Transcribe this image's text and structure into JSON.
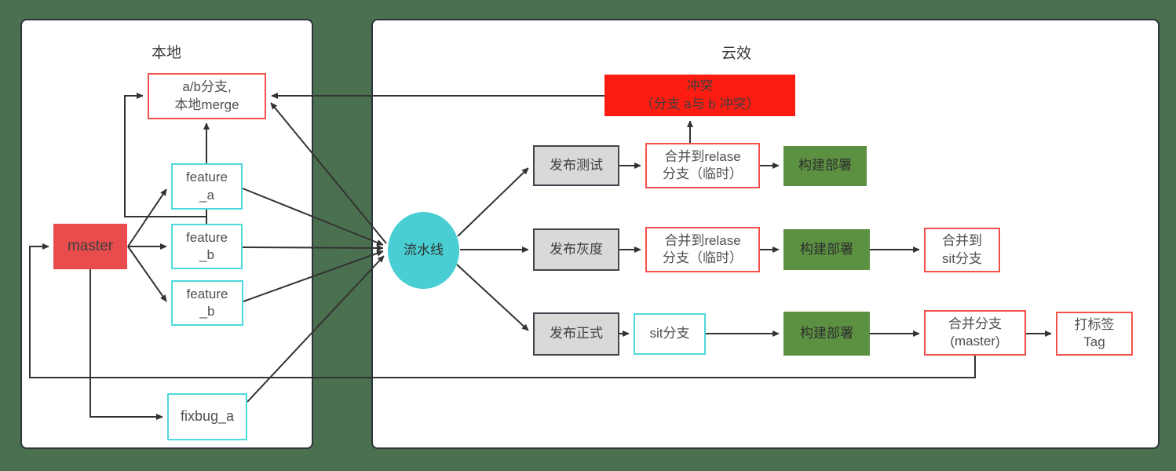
{
  "colors": {
    "background_green": "#4a7050",
    "panel_border": "#2d333b",
    "line_color": "#333333",
    "red_fill": "#e84c4c",
    "conflict_red": "#fc1c11",
    "cyan_border": "#4ed8dc",
    "red_border": "#f4504b",
    "teal_circle": "#49ced3",
    "green_fill": "#5d9142",
    "gray_fill": "#d9d9d9"
  },
  "panels": {
    "local": {
      "title": "本地"
    },
    "cloud": {
      "title": "云效"
    }
  },
  "nodes": {
    "ab_branch": {
      "label": "a/b分支,\n本地merge"
    },
    "feature_a": {
      "label": "feature\n_a"
    },
    "feature_b1": {
      "label": "feature\n_b"
    },
    "feature_b2": {
      "label": "feature\n_b"
    },
    "master": {
      "label": "master"
    },
    "fixbug_a": {
      "label": "fixbug_a"
    },
    "pipeline": {
      "label": "流水线"
    },
    "conflict": {
      "label": "冲突\n（分支 a与 b 冲突）"
    },
    "publish_test": {
      "label": "发布测试"
    },
    "publish_gray": {
      "label": "发布灰度"
    },
    "publish_prod": {
      "label": "发布正式"
    },
    "merge_release_1": {
      "label": "合并到relase\n分支（临时）"
    },
    "merge_release_2": {
      "label": "合并到relase\n分支（临时）"
    },
    "build_deploy_1": {
      "label": "构建部署"
    },
    "build_deploy_2": {
      "label": "构建部署"
    },
    "build_deploy_3": {
      "label": "构建部署"
    },
    "merge_sit": {
      "label": "合并到\nsit分支"
    },
    "sit_branch": {
      "label": "sit分支"
    },
    "merge_master": {
      "label": "合并分支\n(master)"
    },
    "tag": {
      "label": "打标签\nTag"
    }
  },
  "edges": [
    {
      "from": "master",
      "to": "feature_a"
    },
    {
      "from": "master",
      "to": "feature_b1"
    },
    {
      "from": "master",
      "to": "feature_b2"
    },
    {
      "from": "master",
      "to": "fixbug_a"
    },
    {
      "from": "feature_a",
      "to": "ab_branch"
    },
    {
      "from": "feature_b1",
      "to": "ab_branch"
    },
    {
      "from": "feature_a",
      "to": "pipeline"
    },
    {
      "from": "feature_b1",
      "to": "pipeline"
    },
    {
      "from": "feature_b2",
      "to": "pipeline"
    },
    {
      "from": "fixbug_a",
      "to": "pipeline"
    },
    {
      "from": "pipeline",
      "to": "ab_branch"
    },
    {
      "from": "pipeline",
      "to": "publish_test"
    },
    {
      "from": "pipeline",
      "to": "publish_gray"
    },
    {
      "from": "pipeline",
      "to": "publish_prod"
    },
    {
      "from": "publish_test",
      "to": "merge_release_1"
    },
    {
      "from": "merge_release_1",
      "to": "conflict"
    },
    {
      "from": "merge_release_1",
      "to": "build_deploy_1"
    },
    {
      "from": "conflict",
      "to": "ab_branch"
    },
    {
      "from": "publish_gray",
      "to": "merge_release_2"
    },
    {
      "from": "merge_release_2",
      "to": "build_deploy_2"
    },
    {
      "from": "build_deploy_2",
      "to": "merge_sit"
    },
    {
      "from": "publish_prod",
      "to": "sit_branch"
    },
    {
      "from": "sit_branch",
      "to": "build_deploy_3"
    },
    {
      "from": "build_deploy_3",
      "to": "merge_master"
    },
    {
      "from": "merge_master",
      "to": "tag"
    },
    {
      "from": "merge_master",
      "to": "master"
    }
  ]
}
